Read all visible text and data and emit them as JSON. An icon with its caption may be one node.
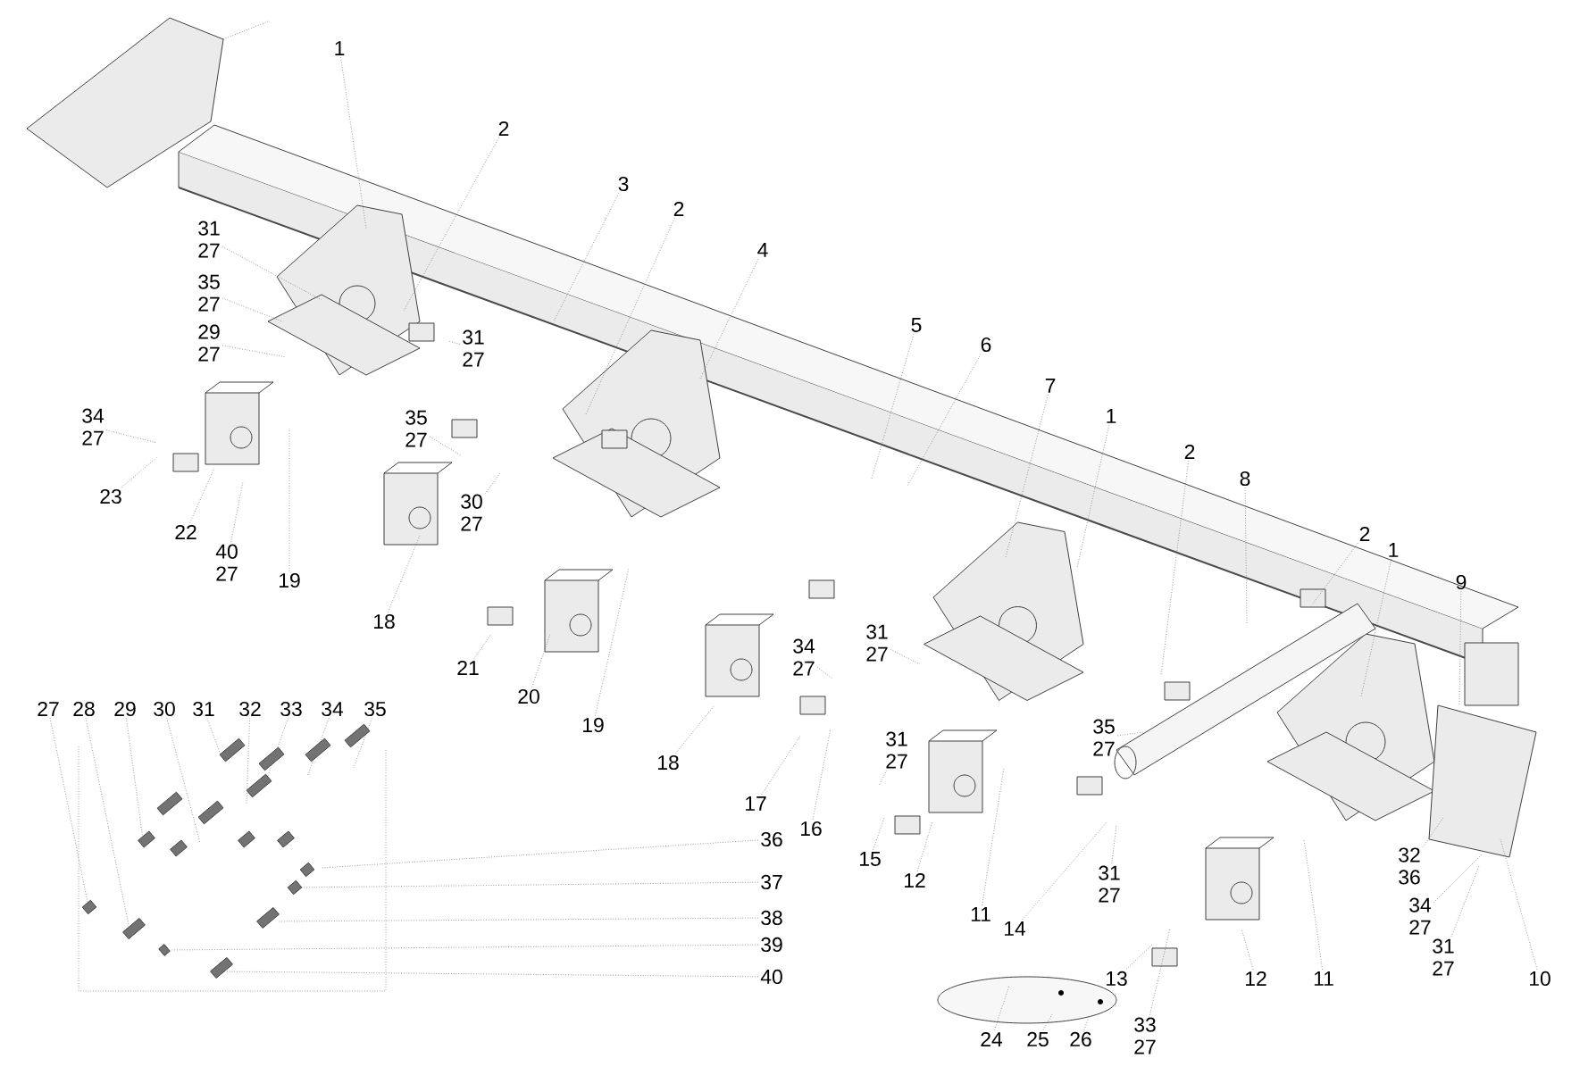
{
  "diagram": {
    "nodes": [
      {
        "text": [
          "1"
        ]
      },
      {
        "text": [
          "2"
        ]
      },
      {
        "text": [
          "3"
        ]
      },
      {
        "text": [
          "2"
        ]
      },
      {
        "text": [
          "4"
        ]
      },
      {
        "text": [
          "5"
        ]
      },
      {
        "text": [
          "6"
        ]
      },
      {
        "text": [
          "7"
        ]
      },
      {
        "text": [
          "1"
        ]
      },
      {
        "text": [
          "2"
        ]
      },
      {
        "text": [
          "8"
        ]
      },
      {
        "text": [
          "2"
        ]
      },
      {
        "text": [
          "1"
        ]
      },
      {
        "text": [
          "9"
        ]
      },
      {
        "text": [
          "31",
          "27"
        ]
      },
      {
        "text": [
          "35",
          "27"
        ]
      },
      {
        "text": [
          "29",
          "27"
        ]
      },
      {
        "text": [
          "31",
          "27"
        ]
      },
      {
        "text": [
          "34",
          "27"
        ]
      },
      {
        "text": [
          "23"
        ]
      },
      {
        "text": [
          "22"
        ]
      },
      {
        "text": [
          "40",
          "27"
        ]
      },
      {
        "text": [
          "19"
        ]
      },
      {
        "text": [
          "35",
          "27"
        ]
      },
      {
        "text": [
          "30",
          "27"
        ]
      },
      {
        "text": [
          "18"
        ]
      },
      {
        "text": [
          "21"
        ]
      },
      {
        "text": [
          "20"
        ]
      },
      {
        "text": [
          "19"
        ]
      },
      {
        "text": [
          "18"
        ]
      },
      {
        "text": [
          "17"
        ]
      },
      {
        "text": [
          "16"
        ]
      },
      {
        "text": [
          "34",
          "27"
        ]
      },
      {
        "text": [
          "31",
          "27"
        ]
      },
      {
        "text": [
          "15"
        ]
      },
      {
        "text": [
          "12"
        ]
      },
      {
        "text": [
          "31",
          "27"
        ]
      },
      {
        "text": [
          "11"
        ]
      },
      {
        "text": [
          "14"
        ]
      },
      {
        "text": [
          "35",
          "27"
        ]
      },
      {
        "text": [
          "31",
          "27"
        ]
      },
      {
        "text": [
          "13"
        ]
      },
      {
        "text": [
          "33",
          "27"
        ]
      },
      {
        "text": [
          "12"
        ]
      },
      {
        "text": [
          "11"
        ]
      },
      {
        "text": [
          "32",
          "36"
        ]
      },
      {
        "text": [
          "34",
          "27"
        ]
      },
      {
        "text": [
          "31",
          "27"
        ]
      },
      {
        "text": [
          "10"
        ]
      },
      {
        "text": [
          "24"
        ]
      },
      {
        "text": [
          "25"
        ]
      },
      {
        "text": [
          "26"
        ]
      },
      {
        "text": [
          "27"
        ]
      },
      {
        "text": [
          "28"
        ]
      },
      {
        "text": [
          "29"
        ]
      },
      {
        "text": [
          "30"
        ]
      },
      {
        "text": [
          "31"
        ]
      },
      {
        "text": [
          "32"
        ]
      },
      {
        "text": [
          "33"
        ]
      },
      {
        "text": [
          "34"
        ]
      },
      {
        "text": [
          "35"
        ]
      },
      {
        "text": [
          "36"
        ]
      },
      {
        "text": [
          "37"
        ]
      },
      {
        "text": [
          "38"
        ]
      },
      {
        "text": [
          "39"
        ]
      },
      {
        "text": [
          "40"
        ]
      }
    ],
    "edges": [
      {
        "from": 0,
        "to": null,
        "arrow": "none"
      },
      {
        "from": 1,
        "to": null,
        "arrow": "none"
      },
      {
        "from": 2,
        "to": null,
        "arrow": "none"
      },
      {
        "from": 3,
        "to": null,
        "arrow": "none"
      },
      {
        "from": 4,
        "to": null,
        "arrow": "none"
      },
      {
        "from": 5,
        "to": null,
        "arrow": "none"
      },
      {
        "from": 6,
        "to": null,
        "arrow": "none"
      },
      {
        "from": 7,
        "to": null,
        "arrow": "none"
      },
      {
        "from": 8,
        "to": null,
        "arrow": "none"
      },
      {
        "from": 9,
        "to": null,
        "arrow": "none"
      },
      {
        "from": 10,
        "to": null,
        "arrow": "none"
      },
      {
        "from": 11,
        "to": null,
        "arrow": "none"
      },
      {
        "from": 12,
        "to": null,
        "arrow": "none"
      },
      {
        "from": 13,
        "to": null,
        "arrow": "none"
      },
      {
        "from": 14,
        "to": null,
        "arrow": "none"
      },
      {
        "from": 15,
        "to": null,
        "arrow": "none"
      },
      {
        "from": 16,
        "to": null,
        "arrow": "none"
      },
      {
        "from": 17,
        "to": null,
        "arrow": "none"
      },
      {
        "from": 18,
        "to": null,
        "arrow": "none"
      },
      {
        "from": 19,
        "to": null,
        "arrow": "none"
      },
      {
        "from": 20,
        "to": null,
        "arrow": "none"
      },
      {
        "from": 21,
        "to": null,
        "arrow": "none"
      },
      {
        "from": 22,
        "to": null,
        "arrow": "none"
      },
      {
        "from": 23,
        "to": null,
        "arrow": "none"
      },
      {
        "from": 24,
        "to": null,
        "arrow": "none"
      },
      {
        "from": 25,
        "to": null,
        "arrow": "none"
      },
      {
        "from": 26,
        "to": null,
        "arrow": "none"
      },
      {
        "from": 27,
        "to": null,
        "arrow": "none"
      },
      {
        "from": 28,
        "to": null,
        "arrow": "none"
      },
      {
        "from": 29,
        "to": null,
        "arrow": "none"
      },
      {
        "from": 30,
        "to": null,
        "arrow": "none"
      },
      {
        "from": 31,
        "to": null,
        "arrow": "none"
      },
      {
        "from": 32,
        "to": null,
        "arrow": "none"
      },
      {
        "from": 33,
        "to": null,
        "arrow": "none"
      },
      {
        "from": 34,
        "to": null,
        "arrow": "none"
      },
      {
        "from": 35,
        "to": null,
        "arrow": "none"
      },
      {
        "from": 36,
        "to": null,
        "arrow": "none"
      },
      {
        "from": 37,
        "to": null,
        "arrow": "none"
      },
      {
        "from": 38,
        "to": null,
        "arrow": "none"
      },
      {
        "from": 39,
        "to": null,
        "arrow": "none"
      },
      {
        "from": 40,
        "to": null,
        "arrow": "none"
      },
      {
        "from": 41,
        "to": null,
        "arrow": "none"
      },
      {
        "from": 42,
        "to": null,
        "arrow": "none"
      },
      {
        "from": 43,
        "to": null,
        "arrow": "none"
      },
      {
        "from": 44,
        "to": null,
        "arrow": "none"
      },
      {
        "from": 45,
        "to": null,
        "arrow": "none"
      },
      {
        "from": 46,
        "to": null,
        "arrow": "none"
      },
      {
        "from": 47,
        "to": null,
        "arrow": "none"
      },
      {
        "from": 48,
        "to": null,
        "arrow": "none"
      },
      {
        "from": 49,
        "to": null,
        "arrow": "none"
      },
      {
        "from": 50,
        "to": null,
        "arrow": "none"
      },
      {
        "from": 51,
        "to": null,
        "arrow": "none"
      },
      {
        "from": 52,
        "to": null,
        "arrow": "none"
      },
      {
        "from": 53,
        "to": null,
        "arrow": "none"
      },
      {
        "from": 54,
        "to": null,
        "arrow": "none"
      },
      {
        "from": 55,
        "to": null,
        "arrow": "none"
      },
      {
        "from": 56,
        "to": null,
        "arrow": "none"
      },
      {
        "from": 57,
        "to": null,
        "arrow": "none"
      },
      {
        "from": 58,
        "to": null,
        "arrow": "none"
      },
      {
        "from": 59,
        "to": null,
        "arrow": "none"
      },
      {
        "from": 60,
        "to": null,
        "arrow": "none"
      },
      {
        "from": 61,
        "to": null,
        "arrow": "none"
      },
      {
        "from": 62,
        "to": null,
        "arrow": "none"
      },
      {
        "from": 63,
        "to": null,
        "arrow": "none"
      },
      {
        "from": 64,
        "to": null,
        "arrow": "none"
      },
      {
        "from": 65,
        "to": null,
        "arrow": "none"
      }
    ]
  }
}
